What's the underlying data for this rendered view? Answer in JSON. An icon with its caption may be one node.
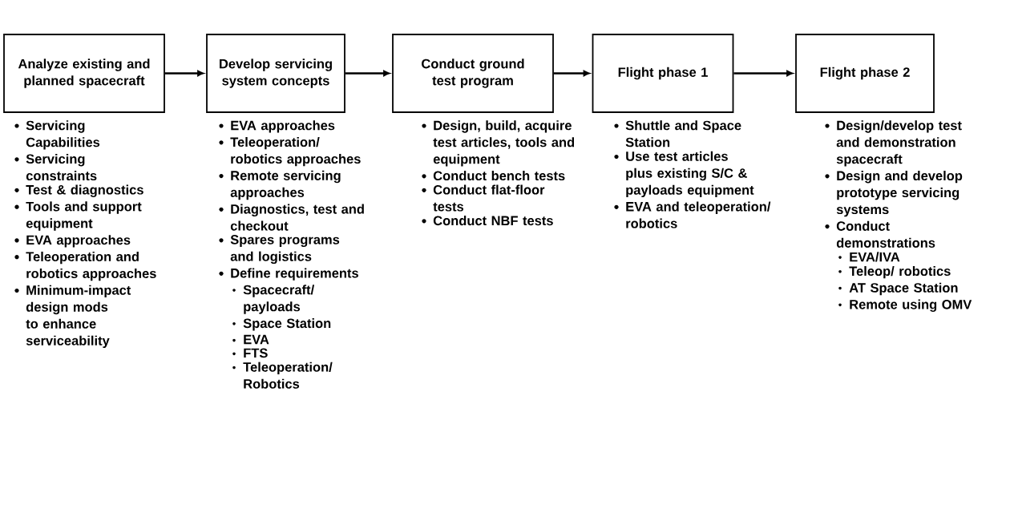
{
  "diagram": {
    "nodes": [
      {
        "text": [
          "Analyze existing and planned spacecraft"
        ],
        "beside": [
          "Servicing Capabilities",
          "Servicing constraints",
          "Test & diagnostics",
          "Tools and support equipment",
          "EVA approaches",
          "Teleoperation and robotics approaches",
          "Minimum-impact design mods to enhance serviceability"
        ]
      },
      {
        "text": [
          "Develop servicing system concepts"
        ],
        "beside": [
          "EVA approaches",
          "Teleoperation/ robotics approaches",
          "Remote servicing approaches",
          "Diagnostics, test and checkout",
          "Spares programs and logistics",
          "Define requirements",
          "Spacecraft/ payloads",
          "Space Station",
          "EVA",
          "FTS",
          "Teleoperation/ Robotics"
        ]
      },
      {
        "text": [
          "Conduct ground test program"
        ],
        "beside": [
          "Design, build, acquire test articles, tools and equipment",
          "Conduct bench tests",
          "Conduct flat-floor tests",
          "Conduct NBF tests"
        ]
      },
      {
        "text": [
          "Flight phase 1"
        ],
        "beside": [
          "Shuttle and Space Station",
          "Use test articles plus existing S/C & payloads equipment",
          "EVA and teleoperation/ robotics"
        ]
      },
      {
        "text": [
          "Flight phase 2"
        ],
        "beside": [
          "Design/develop test and demonstration spacecraft",
          "Design and develop prototype servicing systems",
          "Conduct demonstrations",
          "EVA/IVA",
          "Teleop/ robotics",
          "AT Space Station",
          "Remote using OMV"
        ]
      }
    ],
    "edges": [
      {
        "from": 0,
        "to": 1,
        "arrow": "to"
      },
      {
        "from": 1,
        "to": 2,
        "arrow": "to"
      },
      {
        "from": 2,
        "to": 3,
        "arrow": "to"
      },
      {
        "from": 3,
        "to": 4,
        "arrow": "to"
      }
    ]
  }
}
